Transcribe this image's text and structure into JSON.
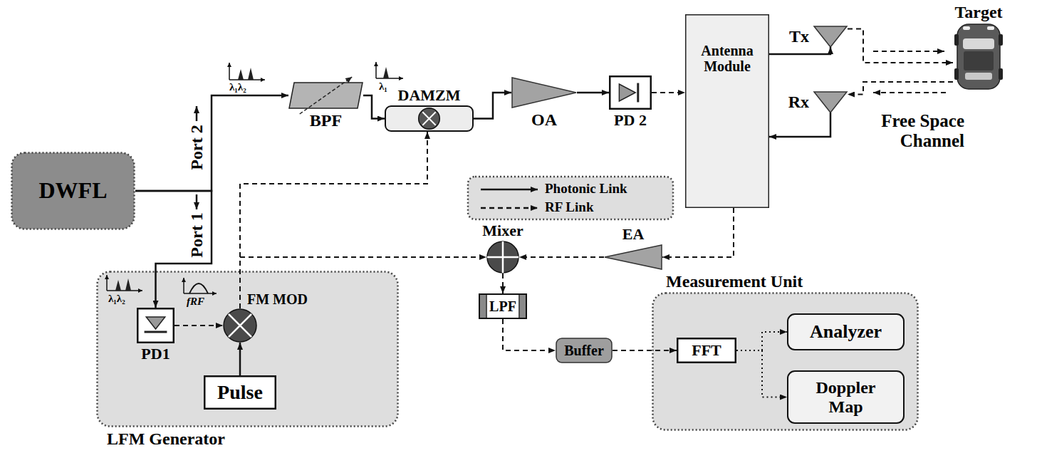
{
  "diagram": {
    "nodes": [
      {
        "text": [
          "DWFL"
        ]
      },
      {
        "text": [
          "BPF"
        ]
      },
      {
        "text": [
          "DAMZM"
        ]
      },
      {
        "text": [
          "OA"
        ]
      },
      {
        "text": [
          "PD 2"
        ]
      },
      {
        "text": [
          "Antenna Module"
        ]
      },
      {
        "text": [
          "Tx"
        ]
      },
      {
        "text": [
          "Rx"
        ]
      },
      {
        "text": [
          "Target"
        ]
      },
      {
        "text": [
          "LFM Generator"
        ]
      },
      {
        "text": [
          "PD1"
        ],
        "in": 9
      },
      {
        "text": [
          "FM MOD"
        ],
        "in": 9
      },
      {
        "text": [
          "Pulse"
        ],
        "in": 9
      },
      {
        "text": [
          "Mixer"
        ]
      },
      {
        "text": [
          "EA"
        ]
      },
      {
        "text": [
          "LPF"
        ]
      },
      {
        "text": [
          "Buffer"
        ]
      },
      {
        "text": [
          "Measurement Unit"
        ]
      },
      {
        "text": [
          "FFT"
        ],
        "in": 17
      },
      {
        "text": [
          "Analyzer"
        ],
        "in": 17
      },
      {
        "text": [
          "Doppler Map"
        ],
        "in": 17
      }
    ],
    "edges": [
      {
        "from": 0,
        "to": 1,
        "arrow": "to"
      },
      {
        "from": 0,
        "to": 10,
        "arrow": "to"
      },
      {
        "from": 1,
        "to": 2,
        "arrow": "to"
      },
      {
        "from": 2,
        "to": 3,
        "arrow": "to"
      },
      {
        "from": 3,
        "to": 4,
        "arrow": "to"
      },
      {
        "from": 4,
        "to": 5,
        "arrow": "to"
      },
      {
        "from": 5,
        "to": 6,
        "arrow": "to"
      },
      {
        "from": 6,
        "to": 8,
        "arrow": "to"
      },
      {
        "from": 8,
        "to": 7,
        "arrow": "to"
      },
      {
        "from": 7,
        "to": 5,
        "arrow": "to"
      },
      {
        "from": 5,
        "to": 14,
        "arrow": "to"
      },
      {
        "from": 14,
        "to": 13,
        "arrow": "to"
      },
      {
        "from": 10,
        "to": 11,
        "arrow": "to"
      },
      {
        "from": 12,
        "to": 11,
        "arrow": "to"
      },
      {
        "from": 11,
        "to": 2,
        "arrow": "to"
      },
      {
        "from": 11,
        "to": 13,
        "arrow": "to"
      },
      {
        "from": 13,
        "to": 15,
        "arrow": "to"
      },
      {
        "from": 15,
        "to": 16,
        "arrow": "to"
      },
      {
        "from": 16,
        "to": 18,
        "arrow": "to"
      },
      {
        "from": 18,
        "to": 19,
        "arrow": "to"
      },
      {
        "from": 18,
        "to": 20,
        "arrow": "to"
      }
    ],
    "labels": [
      "Port 2",
      "Port 1",
      "λ₁λ₂",
      "λ₁",
      "λ₁λ₂",
      "fRF",
      "Free Space Channel"
    ],
    "legend": [
      {
        "text": "Photonic Link"
      },
      {
        "text": "RF Link"
      }
    ]
  }
}
